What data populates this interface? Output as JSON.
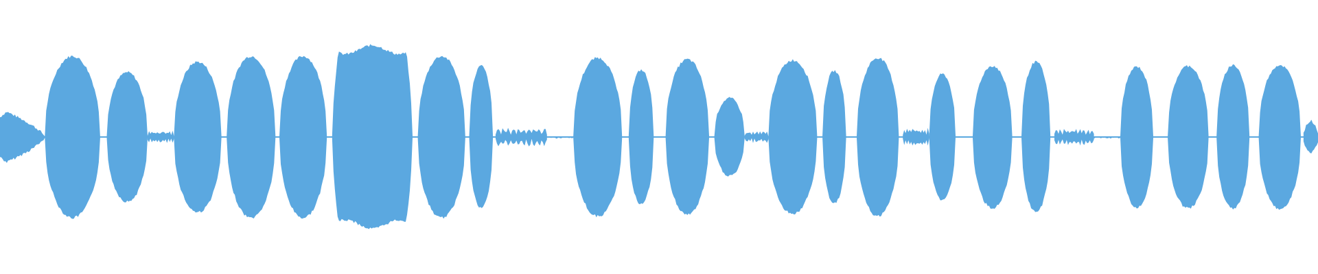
{
  "waveform": {
    "color": "#5ba8e0",
    "background": "#ffffff",
    "label": "",
    "segments": [
      {
        "start": 0.0,
        "end": 0.034,
        "amp": 0.35,
        "shape": "decay"
      },
      {
        "start": 0.034,
        "end": 0.076,
        "amp": 1.0,
        "shape": "bell"
      },
      {
        "start": 0.081,
        "end": 0.112,
        "amp": 0.8,
        "shape": "bell"
      },
      {
        "start": 0.112,
        "end": 0.132,
        "amp": 0.07,
        "shape": "buzz"
      },
      {
        "start": 0.132,
        "end": 0.168,
        "amp": 0.93,
        "shape": "bell"
      },
      {
        "start": 0.172,
        "end": 0.209,
        "amp": 1.0,
        "shape": "bell"
      },
      {
        "start": 0.212,
        "end": 0.248,
        "amp": 1.0,
        "shape": "bell"
      },
      {
        "start": 0.252,
        "end": 0.313,
        "amp": 1.08,
        "shape": "plateau"
      },
      {
        "start": 0.317,
        "end": 0.353,
        "amp": 1.0,
        "shape": "bell"
      },
      {
        "start": 0.356,
        "end": 0.374,
        "amp": 0.88,
        "shape": "bell"
      },
      {
        "start": 0.376,
        "end": 0.415,
        "amp": 0.1,
        "shape": "buzz"
      },
      {
        "start": 0.415,
        "end": 0.435,
        "amp": 0.02,
        "shape": "flat"
      },
      {
        "start": 0.435,
        "end": 0.472,
        "amp": 0.98,
        "shape": "bell"
      },
      {
        "start": 0.477,
        "end": 0.496,
        "amp": 0.83,
        "shape": "bell"
      },
      {
        "start": 0.505,
        "end": 0.538,
        "amp": 0.96,
        "shape": "bell"
      },
      {
        "start": 0.542,
        "end": 0.565,
        "amp": 0.48,
        "shape": "bell"
      },
      {
        "start": 0.565,
        "end": 0.583,
        "amp": 0.06,
        "shape": "buzz"
      },
      {
        "start": 0.583,
        "end": 0.62,
        "amp": 0.95,
        "shape": "bell"
      },
      {
        "start": 0.624,
        "end": 0.642,
        "amp": 0.82,
        "shape": "bell"
      },
      {
        "start": 0.65,
        "end": 0.682,
        "amp": 0.98,
        "shape": "bell"
      },
      {
        "start": 0.685,
        "end": 0.705,
        "amp": 0.1,
        "shape": "buzz"
      },
      {
        "start": 0.705,
        "end": 0.725,
        "amp": 0.78,
        "shape": "bell"
      },
      {
        "start": 0.738,
        "end": 0.768,
        "amp": 0.88,
        "shape": "bell"
      },
      {
        "start": 0.775,
        "end": 0.797,
        "amp": 0.93,
        "shape": "bell"
      },
      {
        "start": 0.8,
        "end": 0.83,
        "amp": 0.09,
        "shape": "buzz"
      },
      {
        "start": 0.83,
        "end": 0.85,
        "amp": 0.02,
        "shape": "flat"
      },
      {
        "start": 0.85,
        "end": 0.875,
        "amp": 0.87,
        "shape": "bell"
      },
      {
        "start": 0.886,
        "end": 0.917,
        "amp": 0.88,
        "shape": "bell"
      },
      {
        "start": 0.923,
        "end": 0.948,
        "amp": 0.89,
        "shape": "bell"
      },
      {
        "start": 0.955,
        "end": 0.987,
        "amp": 0.89,
        "shape": "bell"
      },
      {
        "start": 0.989,
        "end": 1.0,
        "amp": 0.2,
        "shape": "buzz"
      }
    ]
  }
}
